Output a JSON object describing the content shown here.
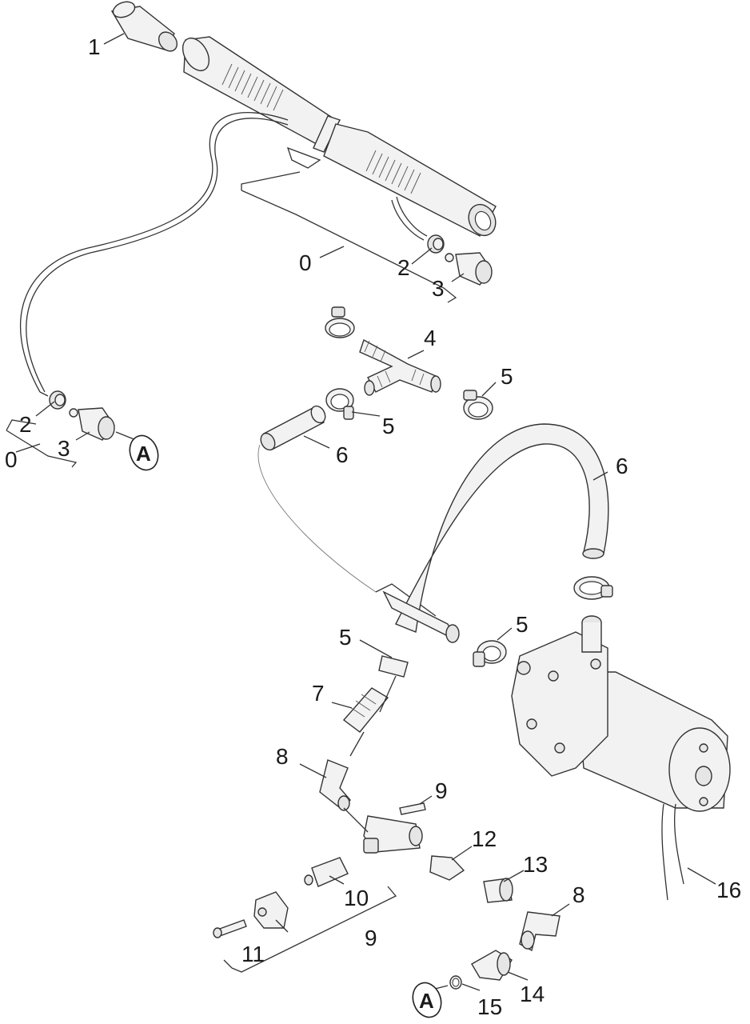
{
  "diagram": {
    "callouts": {
      "c1": "1",
      "c0a": "0",
      "c2a": "2",
      "c3a": "3",
      "c2b": "2",
      "c3b": "3",
      "c0b": "0",
      "c4": "4",
      "c5a": "5",
      "c5b": "5",
      "c6a": "6",
      "c6b": "6",
      "c5c": "5",
      "c5d": "5",
      "c7": "7",
      "c8a": "8",
      "c9a": "9",
      "c12": "12",
      "c13": "13",
      "c8b": "8",
      "c10": "10",
      "c9b": "9",
      "c11": "11",
      "c16": "16",
      "c14": "14",
      "c15": "15"
    },
    "connectors": {
      "a1": "A",
      "a2": "A"
    }
  }
}
